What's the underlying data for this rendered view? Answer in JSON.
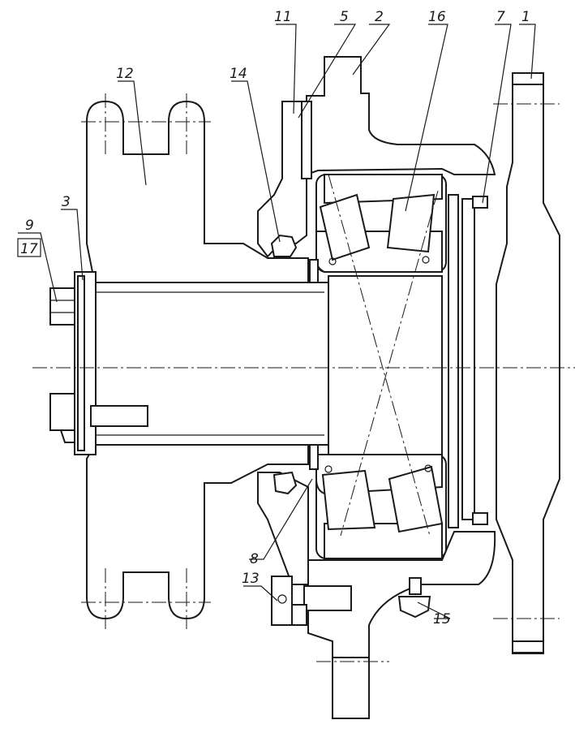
{
  "callouts": [
    {
      "id": "label-1",
      "text": "1"
    },
    {
      "id": "label-2",
      "text": "2"
    },
    {
      "id": "label-3",
      "text": "3"
    },
    {
      "id": "label-5",
      "text": "5"
    },
    {
      "id": "label-7",
      "text": "7"
    },
    {
      "id": "label-8",
      "text": "8"
    },
    {
      "id": "label-9",
      "text": "9"
    },
    {
      "id": "label-11",
      "text": "11"
    },
    {
      "id": "label-12",
      "text": "12"
    },
    {
      "id": "label-13",
      "text": "13"
    },
    {
      "id": "label-14",
      "text": "14"
    },
    {
      "id": "label-15",
      "text": "15"
    },
    {
      "id": "label-16",
      "text": "16"
    },
    {
      "id": "label-17",
      "text": "17"
    }
  ]
}
